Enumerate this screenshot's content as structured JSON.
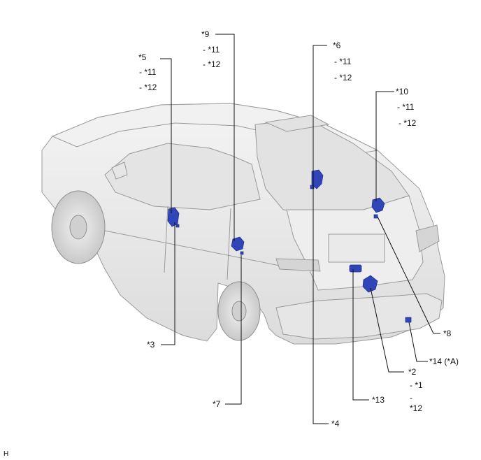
{
  "diagram": {
    "figure_code": "H",
    "labels": {
      "c5": "*5",
      "c5_a": "- *11",
      "c5_b": "- *12",
      "c9": "*9",
      "c9_a": "- *11",
      "c9_b": "- *12",
      "c6": "*6",
      "c6_a": "- *11",
      "c6_b": "- *12",
      "c10": "*10",
      "c10_a": "- *11",
      "c10_b": "- *12",
      "c3": "*3",
      "c8": "*8",
      "c14": "*14 (*A)",
      "c2": "*2",
      "c2_a": "- *1",
      "c2_b": "-",
      "c2_c": "*12",
      "c13": "*13",
      "c7": "*7",
      "c4": "*4"
    },
    "colors": {
      "component": "#2f45b8",
      "leader": "#111111",
      "car_body": "#e9e9e9",
      "car_outline": "#9a9a9a"
    }
  }
}
